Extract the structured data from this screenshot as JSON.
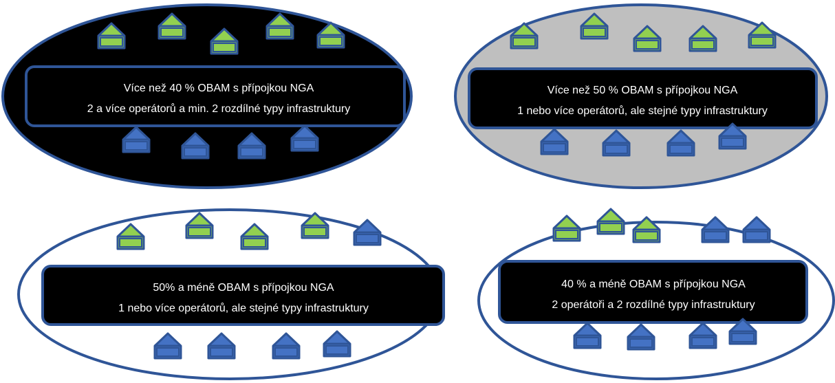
{
  "colors": {
    "outline": "#2F5597",
    "green": "#92D050",
    "blue": "#4472C4",
    "black": "#000000",
    "grey": "#BFBFBF",
    "white": "#FFFFFF",
    "text": "#FFFFFF"
  },
  "icons": {
    "house": "house-icon"
  },
  "panels": [
    {
      "fill": "black",
      "line1": "Více než 40 % OBAM s přípojkou NGA",
      "line2": "2 a více operátorů a min. 2 rozdílné typy infrastruktury",
      "green_houses": 5,
      "blue_houses": 4
    },
    {
      "fill": "grey",
      "line1": "Více než 50 % OBAM s přípojkou NGA",
      "line2": "1 nebo více operátorů, ale stejné typy infrastruktury",
      "green_houses": 5,
      "blue_houses": 4
    },
    {
      "fill": "white",
      "line1": "50% a méně OBAM s přípojkou NGA",
      "line2": "1 nebo více operátorů, ale stejné typy infrastruktury",
      "green_houses": 4,
      "blue_houses": 5
    },
    {
      "fill": "white",
      "line1": "40 % a méně OBAM s přípojkou NGA",
      "line2": "2 operátoři a 2 rozdílné typy infrastruktury",
      "green_houses": 3,
      "blue_houses": 6
    }
  ]
}
